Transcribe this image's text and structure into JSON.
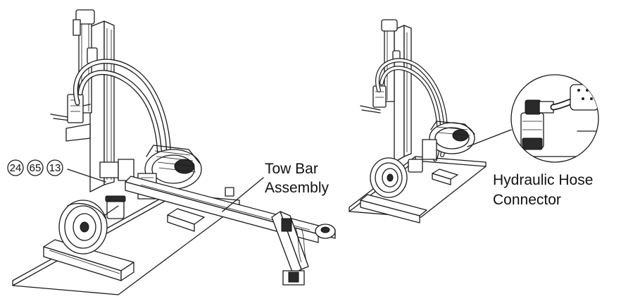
{
  "callouts": {
    "numbers": [
      "24",
      "65",
      "13"
    ],
    "tow_bar": [
      "Tow Bar",
      "Assembly"
    ],
    "hose_connector": [
      "Hydraulic Hose",
      "Connector"
    ]
  }
}
